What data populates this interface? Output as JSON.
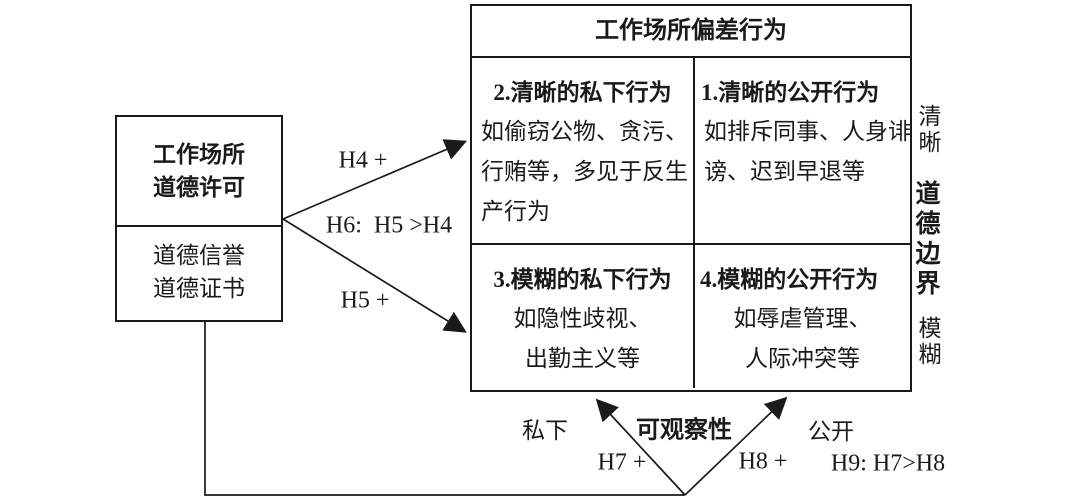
{
  "left_box": {
    "top": {
      "line1": "工作场所",
      "line2": "道德许可"
    },
    "bottom": {
      "line1": "道德信誉",
      "line2": "道德证书"
    }
  },
  "matrix": {
    "header": "工作场所偏差行为",
    "q2": {
      "title": "2.清晰的私下行为",
      "lines": [
        "如偷窃公物、贪污、",
        "行贿等，多见于反生",
        "产行为"
      ]
    },
    "q1": {
      "title": "1.清晰的公开行为",
      "lines": [
        "如排斥同事、人身诽",
        "谤、迟到早退等"
      ]
    },
    "q3": {
      "title": "3.模糊的私下行为",
      "lines": [
        "如隐性歧视、",
        "出勤主义等"
      ]
    },
    "q4": {
      "title": "4.模糊的公开行为",
      "lines": [
        "如辱虐管理、",
        "人际冲突等"
      ]
    }
  },
  "right_axis": {
    "clear": "清晰",
    "boundary": "道德边界",
    "ambiguous": "模糊"
  },
  "bottom_axis": {
    "private": "私下",
    "observability": "可观察性",
    "public": "公开"
  },
  "hypotheses": {
    "h4": "H4 +",
    "h6": "H6:  H5 >H4",
    "h5": "H5 +",
    "h7": "H7 +",
    "h8": "H8 +",
    "h9": "H9: H7>H8"
  },
  "colors": {
    "line": "#1a1a1a",
    "background": "#ffffff",
    "text": "#1a1a1a"
  }
}
